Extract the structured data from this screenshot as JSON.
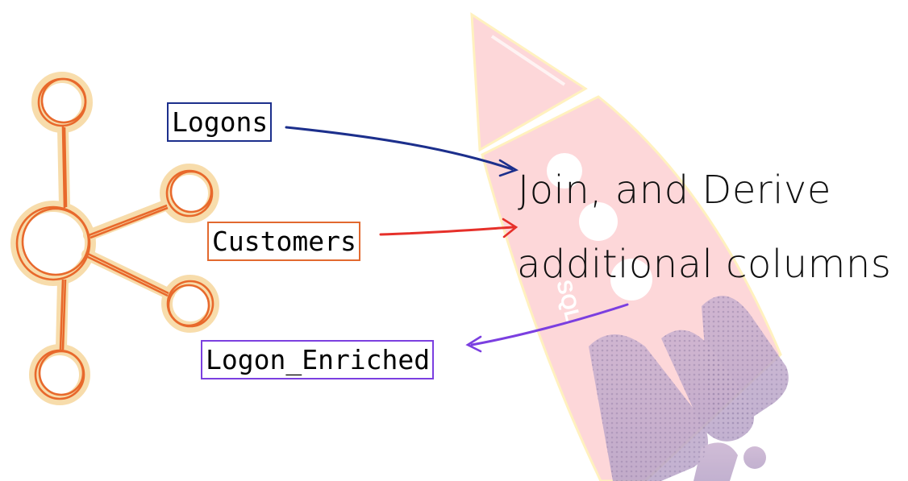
{
  "entities": {
    "logons": "Logons",
    "customers": "Customers",
    "logon_enriched": "Logon_Enriched"
  },
  "caption": {
    "line1": "Join, and Derive",
    "line2": "additional columns"
  },
  "rocket_text": "SQL",
  "colors": {
    "logons": "#1c2f8c",
    "customers": "#e2692f",
    "logon_enriched": "#7b3fe0",
    "rocket": "#fdd7d9",
    "graph_nodes": "#e8692c",
    "graph_halo": "#f7d9a3",
    "trail": "#b9a3c7"
  },
  "icons": [
    "network-graph-icon",
    "rocket-icon",
    "arrow-right-icon",
    "arrow-left-icon"
  ]
}
